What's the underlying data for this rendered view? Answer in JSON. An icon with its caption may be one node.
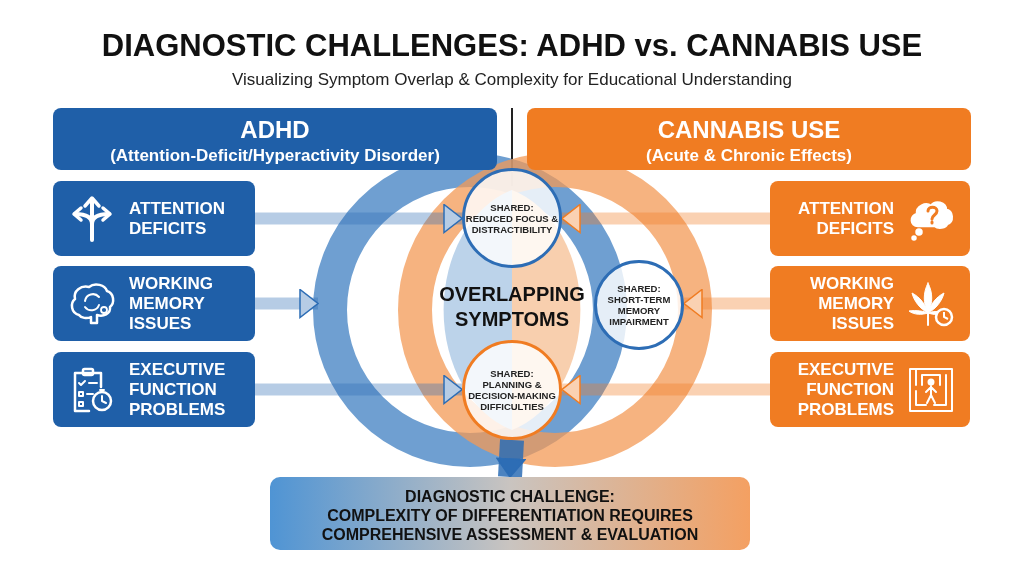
{
  "diagram": {
    "title": "DIAGNOSTIC CHALLENGES: ADHD vs. CANNABIS USE",
    "caption": "Visualizing Symptom Overlap & Complexity for Educational Understanding",
    "nodes": [
      {
        "text": [
          "ADHD",
          "(Attention-Deficit/Hyperactivity Disorder)"
        ]
      },
      {
        "text": [
          "CANNABIS USE",
          "(Acute & Chronic Effects)"
        ]
      },
      {
        "text": [
          "ATTENTION DEFICITS"
        ]
      },
      {
        "text": [
          "WORKING MEMORY ISSUES"
        ]
      },
      {
        "text": [
          "EXECUTIVE FUNCTION PROBLEMS"
        ]
      },
      {
        "text": [
          "ATTENTION DEFICITS"
        ]
      },
      {
        "text": [
          "WORKING MEMORY ISSUES"
        ]
      },
      {
        "text": [
          "EXECUTIVE FUNCTION PROBLEMS"
        ]
      },
      {
        "text": [
          "OVERLAPPING SYMPTOMS"
        ]
      },
      {
        "text": [
          "SHARED:",
          "REDUCED FOCUS & DISTRACTIBILITY"
        ]
      },
      {
        "text": [
          "SHARED:",
          "SHORT-TERM MEMORY IMPAIRMENT"
        ]
      },
      {
        "text": [
          "SHARED:",
          "PLANNING & DECISION-MAKING DIFFICULTIES"
        ]
      },
      {
        "text": [
          "DIAGNOSTIC CHALLENGE:",
          "COMPLEXITY OF DIFFERENTIATION REQUIRES COMPREHENSIVE ASSESSMENT & EVALUATION"
        ]
      }
    ],
    "edges": [
      {
        "from": 2,
        "to": 9,
        "arrow": "to"
      },
      {
        "from": 3,
        "to": null,
        "arrow": "to"
      },
      {
        "from": 4,
        "to": 11,
        "arrow": "to"
      },
      {
        "from": 5,
        "to": 9,
        "arrow": "to",
        "color": "#f07c22"
      },
      {
        "from": 6,
        "to": 10,
        "arrow": "to",
        "color": "#f07c22"
      },
      {
        "from": 7,
        "to": 11,
        "arrow": "to",
        "color": "#f07c22"
      },
      {
        "from": 11,
        "to": 12,
        "arrow": "to",
        "style": "thick"
      }
    ]
  }
}
